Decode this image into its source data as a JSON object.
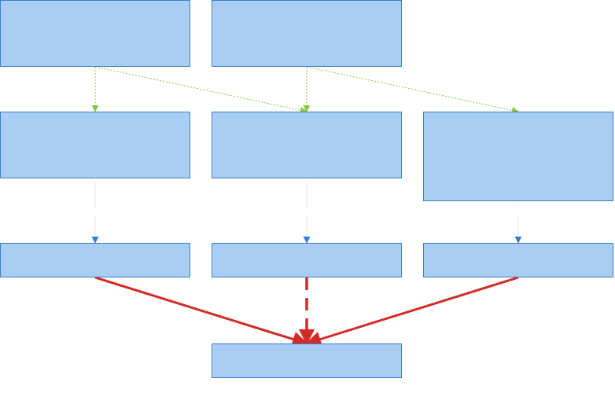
{
  "colors": {
    "node_fill": "#a9cdf3",
    "node_border": "#3a7fd0",
    "edge_green": "#8dc63f",
    "edge_blue": "#2f7fd3",
    "edge_red": "#d12b27",
    "edge_faint": "#e6e6e6"
  },
  "diagram": {
    "nodes": [
      {
        "id": "n1",
        "label": ""
      },
      {
        "id": "n2",
        "label": ""
      },
      {
        "id": "n3",
        "label": ""
      },
      {
        "id": "n4",
        "label": ""
      },
      {
        "id": "n5",
        "label": ""
      },
      {
        "id": "n6",
        "label": ""
      },
      {
        "id": "n7",
        "label": ""
      },
      {
        "id": "n8",
        "label": ""
      },
      {
        "id": "n9",
        "label": ""
      }
    ],
    "edges": [
      {
        "from": "n1",
        "to": "n3",
        "style": "green-dotted"
      },
      {
        "from": "n1",
        "to": "n4",
        "style": "green-dotted"
      },
      {
        "from": "n2",
        "to": "n4",
        "style": "green-dotted"
      },
      {
        "from": "n2",
        "to": "n5",
        "style": "green-dotted"
      },
      {
        "from": "n3",
        "to": "n6",
        "style": "blue-faint"
      },
      {
        "from": "n4",
        "to": "n7",
        "style": "blue-faint"
      },
      {
        "from": "n5",
        "to": "n8",
        "style": "blue-faint"
      },
      {
        "from": "n6",
        "to": "n9",
        "style": "red-solid"
      },
      {
        "from": "n7",
        "to": "n9",
        "style": "red-dashed"
      },
      {
        "from": "n8",
        "to": "n9",
        "style": "red-solid"
      }
    ]
  }
}
